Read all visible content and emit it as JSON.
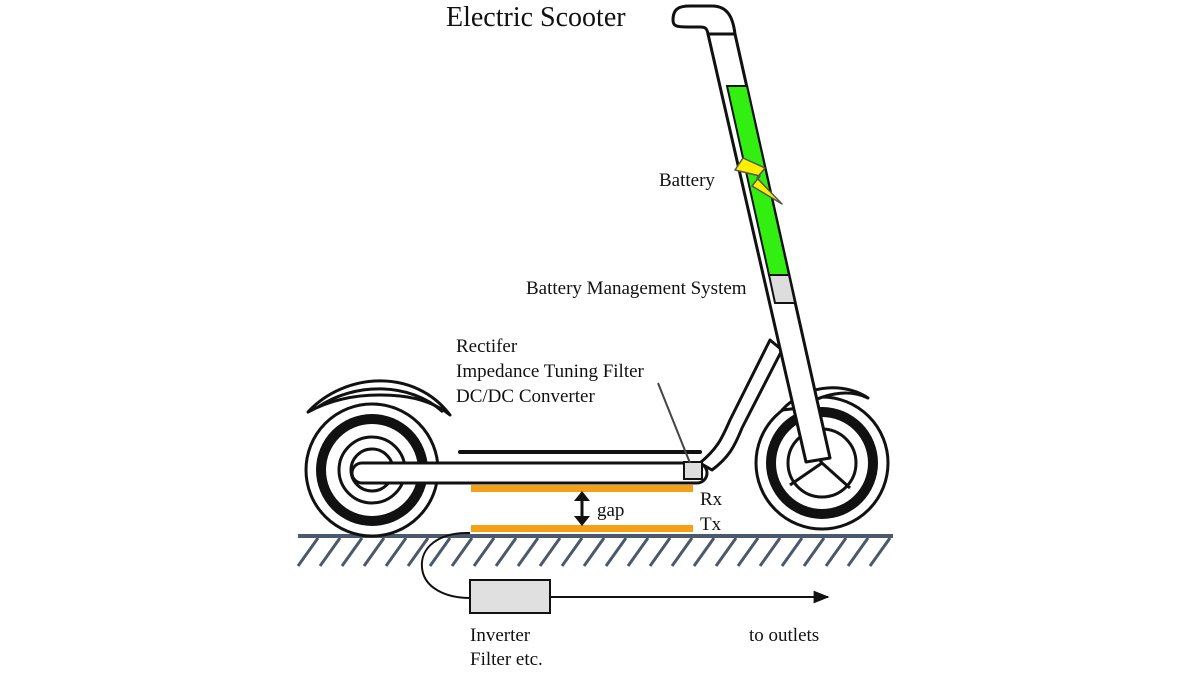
{
  "title": "Electric Scooter",
  "labels": {
    "battery": "Battery",
    "bms": "Battery Management System",
    "rectifier": "Rectifer",
    "impedance_filter": "Impedance Tuning Filter",
    "dcdc": "DC/DC Converter",
    "rx": "Rx",
    "tx": "Tx",
    "gap": "gap",
    "inverter": "Inverter",
    "filter_etc": "Filter etc.",
    "to_outlets": "to outlets"
  },
  "colors": {
    "outline": "#111111",
    "battery": "#33ee11",
    "bms": "#dddddd",
    "coil": "#f5a016",
    "bolt": "#ffee00",
    "ground_hatch": "#4a5a6a",
    "box": "#e0e0e0"
  }
}
